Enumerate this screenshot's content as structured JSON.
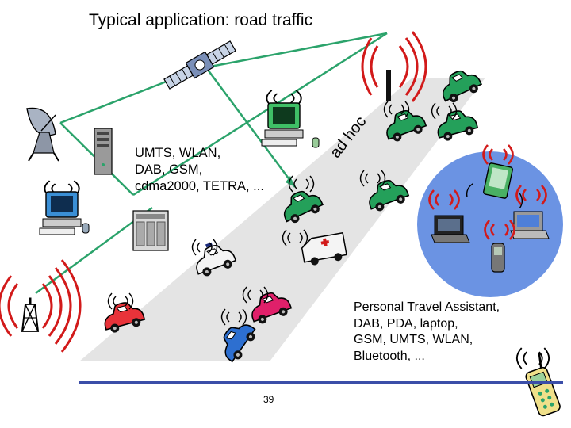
{
  "slide": {
    "title": "Typical application: road traffic",
    "tech_lines": [
      "UMTS, WLAN,",
      "DAB, GSM,",
      "cdma2000, TETRA, ..."
    ],
    "adhoc_label": "ad hoc",
    "pta_lines": [
      "Personal Travel Assistant,",
      "DAB, PDA, laptop,",
      "GSM, UMTS, WLAN,",
      "Bluetooth, ..."
    ],
    "page_number": "39"
  },
  "colors": {
    "road": "#e4e4e4",
    "link_line": "#2ba36b",
    "radio_wave": "#d21a1a",
    "car_green": "#24a05a",
    "car_red": "#e8333a",
    "car_pink": "#e0206a",
    "car_blue": "#2d6fd0",
    "car_white": "#f4f4f4",
    "bubble": "#6b93e3",
    "footer_bar": "#3b4ea8"
  },
  "icons": [
    "satellite-icon",
    "satellite-dish-icon",
    "server-tower-icon",
    "desktop-computer-icon",
    "rack-base-station-icon",
    "radio-mast-icon",
    "cell-tower-icon",
    "car-icon",
    "ambulance-icon",
    "police-car-icon",
    "pda-icon",
    "laptop-icon",
    "mobile-phone-icon"
  ]
}
